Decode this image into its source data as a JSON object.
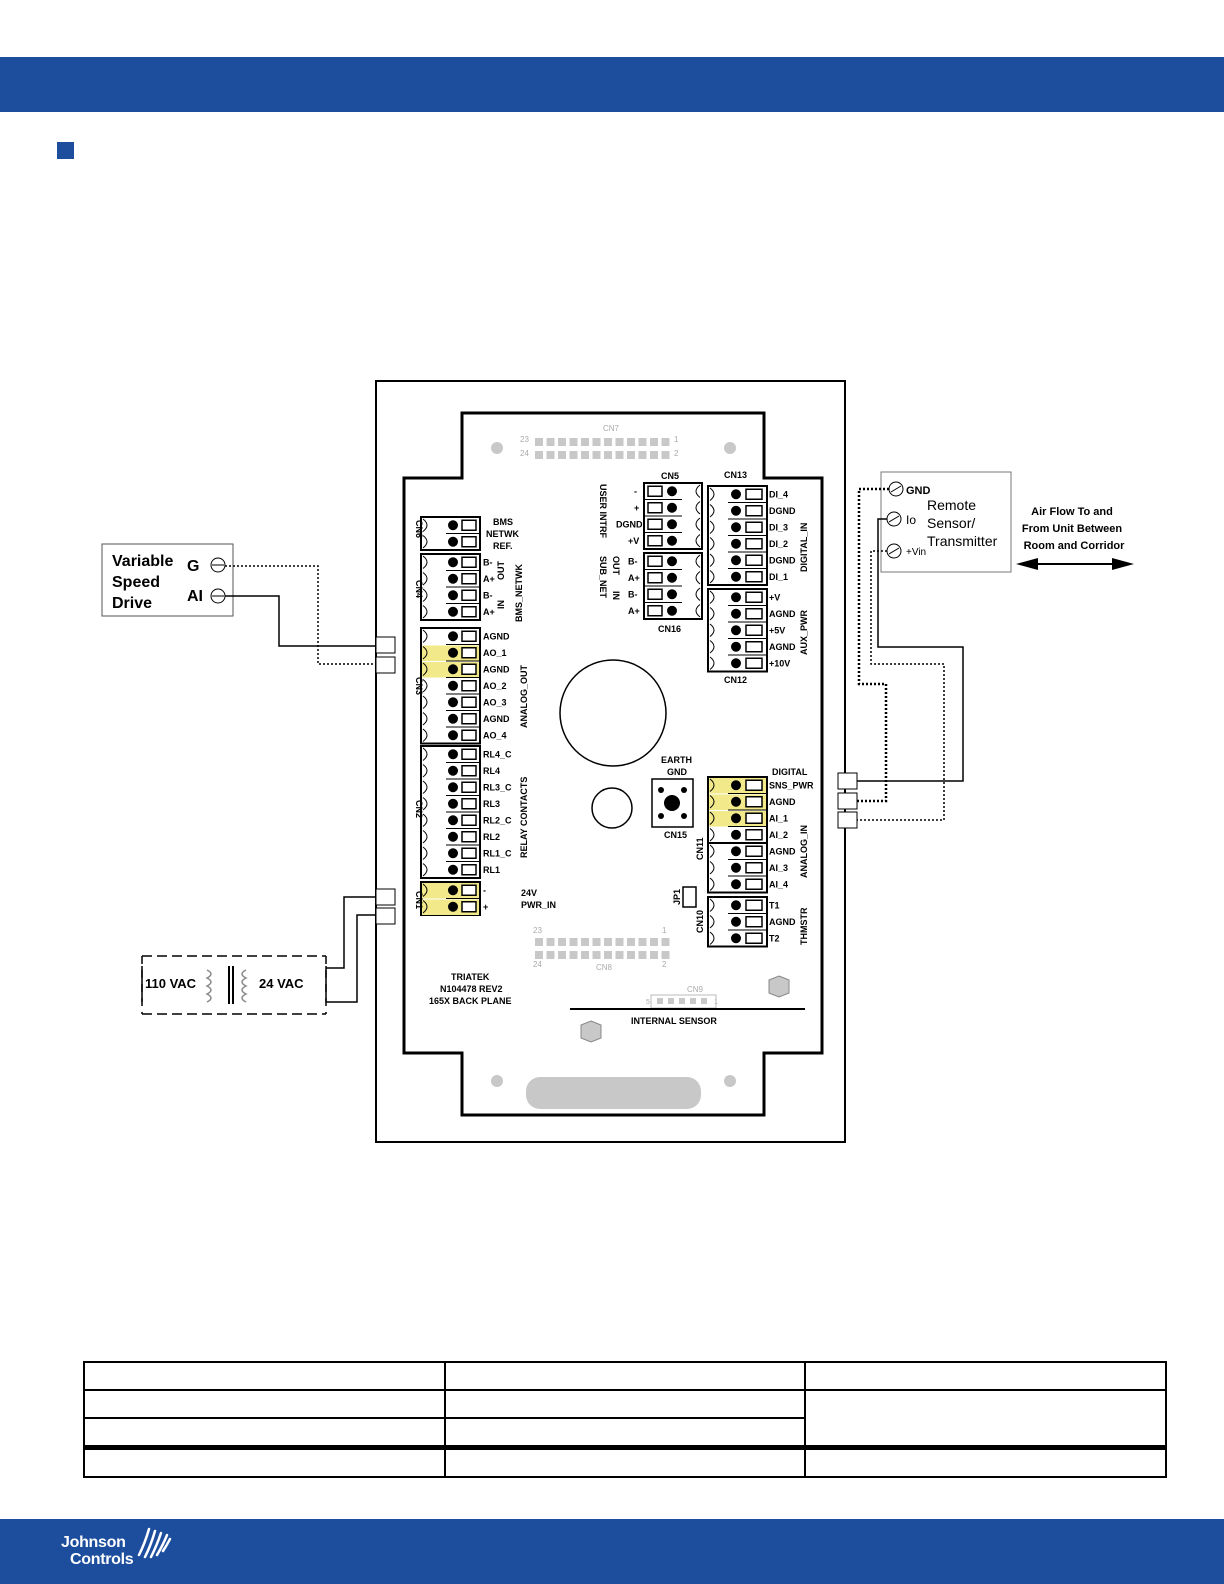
{
  "colors": {
    "brand_blue": "#1d4e9e",
    "highlight": "#f2e98a"
  },
  "vsd": {
    "line1": "Variable",
    "line2": "Speed",
    "line3": "Drive",
    "term_g": "G",
    "term_ai": "AI"
  },
  "sensor": {
    "gnd": "GND",
    "io": "Io",
    "vin": "+Vin",
    "line1": "Remote",
    "line2": "Sensor/",
    "line3": "Transmitter"
  },
  "airflow": {
    "line1": "Air Flow To and",
    "line2": "From Unit Between",
    "line3": "Room and Corridor"
  },
  "transformer": {
    "primary": "110 VAC",
    "secondary": "24 VAC"
  },
  "board": {
    "cn7": "CN7",
    "cn8": "CN8",
    "cn9": "CN9",
    "cn5": "CN5",
    "cn13": "CN13",
    "cn16": "CN16",
    "cn12": "CN12",
    "cn6": "CN6",
    "cn4": "CN4",
    "cn3": "CN3",
    "cn2": "CN2",
    "cn1": "CN1",
    "cn11": "CN11",
    "cn10": "CN10",
    "cn15": "CN15",
    "jp1": "JP1",
    "bms_ref": [
      "BMS",
      "NETWK",
      "REF."
    ],
    "bms_netwk": "BMS_NETWK",
    "out": "OUT",
    "in": "IN",
    "cn4_pins": [
      "B-",
      "A+",
      "B-",
      "A+"
    ],
    "analog_out_pins": [
      "AGND",
      "AO_1",
      "AGND",
      "AO_2",
      "AO_3",
      "AGND",
      "AO_4"
    ],
    "analog_out": "ANALOG_OUT",
    "relay_pins": [
      "RL4_C",
      "RL4",
      "RL3_C",
      "RL3",
      "RL2_C",
      "RL2",
      "RL1_C",
      "RL1"
    ],
    "relay_contacts": "RELAY CONTACTS",
    "cn1_pins": [
      "-",
      "+"
    ],
    "pwr_in": [
      "24V",
      "PWR_IN"
    ],
    "user_intrf": "USER INTRF",
    "sub_net": "SUB_NET",
    "cn5_pins": [
      "-",
      "+",
      "DGND",
      "+V"
    ],
    "cn16_pins": [
      "B-",
      "A+",
      "B-",
      "A+"
    ],
    "digital_in_pins": [
      "DI_4",
      "DGND",
      "DI_3",
      "DI_2",
      "DGND",
      "DI_1"
    ],
    "digital_in": "DIGITAL_IN",
    "aux_pwr_pins": [
      "+V",
      "AGND",
      "+5V",
      "AGND",
      "+10V"
    ],
    "aux_pwr": "AUX_PWR",
    "digital_sns": [
      "DIGITAL",
      "SNS_PWR"
    ],
    "analog_in_pins": [
      "AGND",
      "AI_1",
      "AI_2",
      "AGND",
      "AI_3",
      "AI_4"
    ],
    "analog_in": "ANALOG_IN",
    "thm_pins": [
      "T1",
      "AGND",
      "T2"
    ],
    "thmstr": "THMSTR",
    "earth_gnd": [
      "EARTH",
      "GND"
    ],
    "triatek": [
      "TRIATEK",
      "N104478 REV2",
      "165X BACK PLANE"
    ],
    "internal_sensor": "INTERNAL SENSOR",
    "pin_nums": {
      "cn7_a": "23",
      "cn7_b": "24",
      "cn7_c": "1",
      "cn7_d": "2",
      "cn8_a": "23",
      "cn8_b": "24",
      "cn8_c": "1",
      "cn8_d": "2",
      "cn9_a": "5",
      "cn9_b": "1"
    }
  },
  "footer": {
    "logo_line1": "Johnson",
    "logo_line2": "Controls"
  }
}
